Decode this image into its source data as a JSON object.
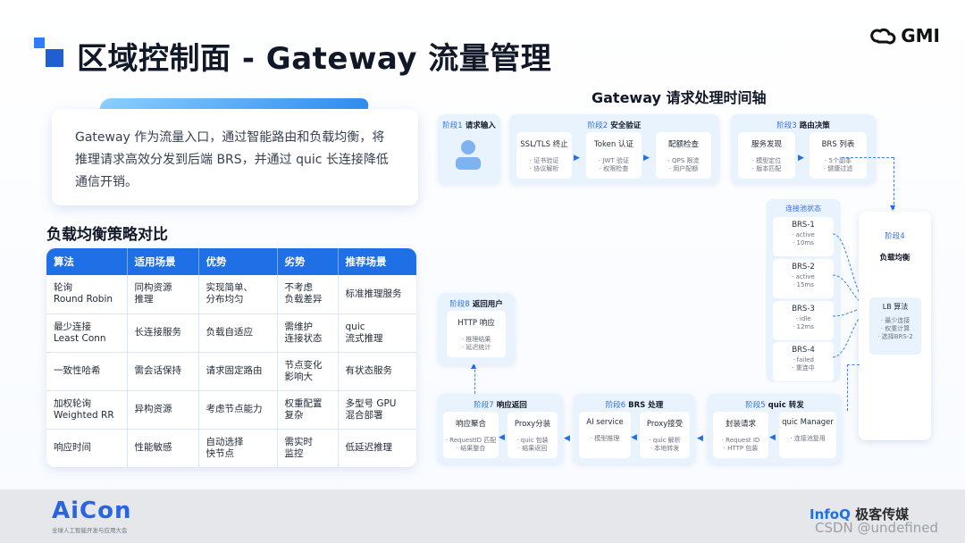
{
  "header": {
    "title": "区域控制面 - Gateway 流量管理",
    "logo_text": "GMI",
    "logo_icon": "gmi-cloud-icon"
  },
  "intro": {
    "text": "Gateway 作为流量入口，通过智能路由和负载均衡，将推理请求高效分发到后端 BRS，并通过 quic 长连接降低通信开销。"
  },
  "lb_section": {
    "title": "负载均衡策略对比",
    "headers": [
      "算法",
      "适用场景",
      "优势",
      "劣势",
      "推荐场景"
    ],
    "rows": [
      [
        "轮询\nRound Robin",
        "同构资源\n推理",
        "实现简单、\n分布均匀",
        "不考虑\n负载差异",
        "标准推理服务"
      ],
      [
        "最少连接\nLeast Conn",
        "长连接服务",
        "负载自适应",
        "需维护\n连接状态",
        "quic\n流式推理"
      ],
      [
        "一致性哈希",
        "需会话保持",
        "请求固定路由",
        "节点变化\n影响大",
        "有状态服务"
      ],
      [
        "加权轮询\nWeighted RR",
        "异构资源",
        "考虑节点能力",
        "权重配置\n复杂",
        "多型号 GPU\n混合部署"
      ],
      [
        "响应时间",
        "性能敏感",
        "自动选择\n快节点",
        "需实时\n监控",
        "低延迟推理"
      ]
    ]
  },
  "timeline": {
    "title": "Gateway 请求处理时间轴",
    "stage1": {
      "num": "阶段1",
      "name": "请求输入"
    },
    "stage2": {
      "num": "阶段2",
      "name": "安全验证",
      "items": [
        {
          "title": "SSL/TLS 终止",
          "desc": "· 证书验证\n· 协议解析"
        },
        {
          "title": "Token 认证",
          "desc": "· JWT 验证\n· 权限检查"
        },
        {
          "title": "配额检查",
          "desc": "· QPS 限流\n· 用户配额"
        }
      ]
    },
    "stage3": {
      "num": "阶段3",
      "name": "路由决策",
      "items": [
        {
          "title": "服务发现",
          "desc": "· 模型定位\n· 版本匹配"
        },
        {
          "title": "BRS 列表",
          "desc": "· 5个副本\n· 健康过滤"
        }
      ]
    },
    "pool": {
      "title": "连接池状态",
      "items": [
        {
          "name": "BRS-1",
          "desc": "· active\n· 10ms"
        },
        {
          "name": "BRS-2",
          "desc": "· active\n· 15ms"
        },
        {
          "name": "BRS-3",
          "desc": "· idle\n· 12ms"
        },
        {
          "name": "BRS-4",
          "desc": "· failed\n· 重连中"
        }
      ]
    },
    "stage4": {
      "num": "阶段4",
      "name": "负载均衡",
      "algo": {
        "title": "LB 算法",
        "desc": "· 最少连接\n· 权重计算\n· 选择BRS-2"
      }
    },
    "stage5": {
      "num": "阶段5",
      "name": "quic 转发",
      "items": [
        {
          "title": "封装请求",
          "desc": "· Request ID\n· HTTP 包装"
        },
        {
          "title": "quic Manager",
          "desc": "· 连接池复用"
        }
      ]
    },
    "stage6": {
      "num": "阶段6",
      "name": "BRS 处理",
      "items": [
        {
          "title": "AI service",
          "desc": "· 模型推理"
        },
        {
          "title": "Proxy接受",
          "desc": "· quic 解析\n· 本地转发"
        }
      ]
    },
    "stage7": {
      "num": "阶段7",
      "name": "响应返回",
      "items": [
        {
          "title": "响应聚合",
          "desc": "· RequestID 匹配\n· 结果整合"
        },
        {
          "title": "Proxy分装",
          "desc": "· quic 包装\n· 结果返回"
        }
      ]
    },
    "stage8": {
      "num": "阶段8",
      "name": "返回用户",
      "items": [
        {
          "title": "HTTP 响应",
          "desc": "· 推理结果\n· 延迟统计"
        }
      ]
    }
  },
  "footer": {
    "aicon_name": "AiCon",
    "aicon_subtitle": "全球人工智能开发与应用大会",
    "infoq_brand": "InfoQ",
    "infoq_cn": "极客传媒",
    "watermark": "CSDN @undefined"
  },
  "colors": {
    "accent": "#1f6fe6",
    "stage_bg": "#e9f3fd",
    "footer_bg": "#e5e7eb"
  }
}
